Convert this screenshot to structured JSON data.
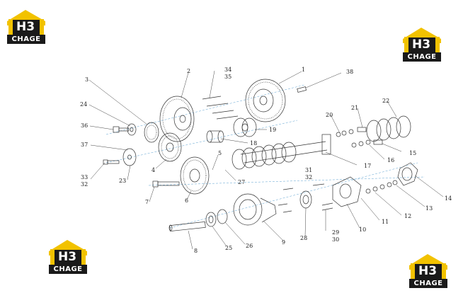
{
  "logo": {
    "mark": "H3",
    "text": "CHAGE"
  },
  "callouts": [
    "1",
    "2",
    "3",
    "34",
    "35",
    "38",
    "24",
    "36",
    "37",
    "33",
    "32",
    "23",
    "4",
    "7",
    "6",
    "5",
    "27",
    "19",
    "18",
    "17",
    "20",
    "21",
    "22",
    "16",
    "15",
    "31",
    "32",
    "14",
    "13",
    "12",
    "11",
    "10",
    "9",
    "28",
    "29",
    "30",
    "26",
    "25",
    "8"
  ],
  "colors": {
    "logo_yellow": "#f2c200",
    "logo_dark": "#1a1a1a",
    "line": "#333333",
    "center_line": "#5aa0d0"
  }
}
